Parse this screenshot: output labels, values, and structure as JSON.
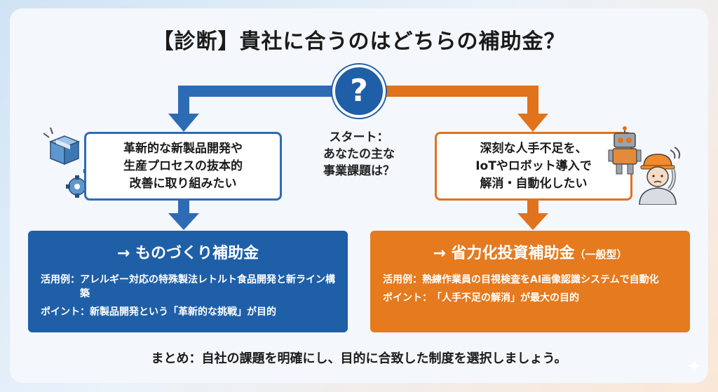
{
  "title": "【診断】貴社に合うのはどちらの補助金？",
  "center": {
    "qmark": "?",
    "start_lines": [
      "スタート：",
      "あなたの主な",
      "事業課題は？"
    ]
  },
  "left": {
    "question_lines": [
      "革新的な新製品開発や",
      "生産プロセスの抜本的",
      "改善に取り組みたい"
    ],
    "result_title": "→ ものづくり補助金",
    "example_label": "活用例：",
    "example_text": "アレルギー対応の特殊製法レトルト食品開発と新ライン構築",
    "point_label": "ポイント：",
    "point_text": "新製品開発という「革新的な挑戦」が目的"
  },
  "right": {
    "question_lines": [
      "深刻な人手不足を、",
      "IoTやロボット導入で",
      "解消・自動化したい"
    ],
    "result_title": "→ 省力化投資補助金",
    "result_sub": "（一般型）",
    "example_label": "活用例：",
    "example_text": "熟練作業員の目視検査をAI画像認識システムで自動化",
    "point_label": "ポイント：",
    "point_text": "「人手不足の解消」が最大の目的"
  },
  "summary": "まとめ：自社の課題を明確にし、目的に合致した制度を選択しましょう。",
  "colors": {
    "blue": "#1f5fa8",
    "orange": "#e57a1f"
  },
  "icons": [
    "box-icon",
    "gears-icon",
    "robot-icon",
    "worker-icon",
    "sparkle-icon"
  ]
}
